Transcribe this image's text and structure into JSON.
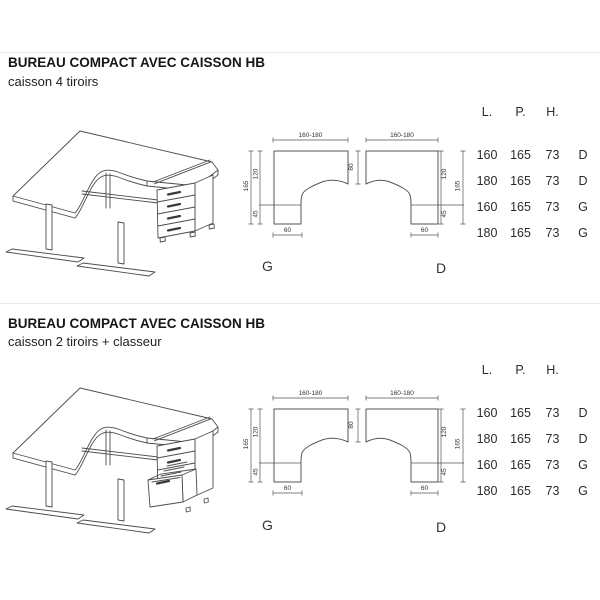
{
  "page": {
    "sections": [
      {
        "title": "BUREAU COMPACT AVEC CAISSON HB",
        "subtitle": "caisson 4 tiroirs"
      },
      {
        "title": "BUREAU COMPACT AVEC CAISSON HB",
        "subtitle": "caisson 2 tiroirs + classeur"
      }
    ]
  },
  "dims": {
    "width_range": "160-180",
    "total_depth": "165",
    "main_depth": "120",
    "leg_depth": "45",
    "leg_width": "60",
    "return_depth": "80"
  },
  "variants": {
    "left": "G",
    "right": "D"
  },
  "size_table": {
    "headers": [
      "L.",
      "P.",
      "H."
    ],
    "rows": [
      [
        "160",
        "165",
        "73",
        "D"
      ],
      [
        "180",
        "165",
        "73",
        "D"
      ],
      [
        "160",
        "165",
        "73",
        "G"
      ],
      [
        "180",
        "165",
        "73",
        "G"
      ]
    ]
  }
}
